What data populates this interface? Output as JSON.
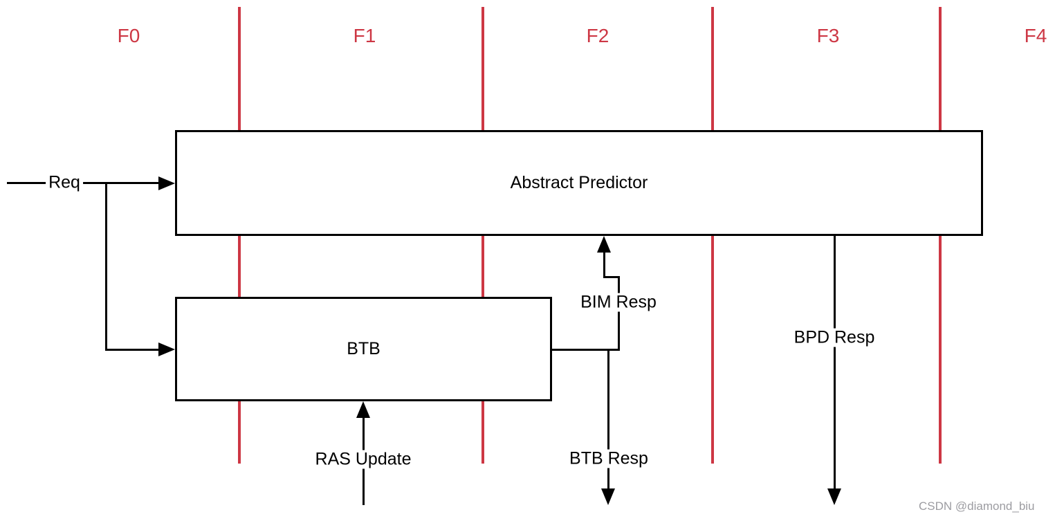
{
  "diagram": {
    "type": "pipeline-stage-diagram",
    "stages": [
      {
        "label": "F0"
      },
      {
        "label": "F1"
      },
      {
        "label": "F2"
      },
      {
        "label": "F3"
      },
      {
        "label": "F4"
      }
    ],
    "boxes": {
      "predictor": {
        "label": "Abstract Predictor"
      },
      "btb": {
        "label": "BTB"
      }
    },
    "edges": {
      "req": {
        "label": "Req"
      },
      "bim_resp": {
        "label": "BIM Resp"
      },
      "btb_resp": {
        "label": "BTB Resp"
      },
      "bpd_resp": {
        "label": "BPD Resp"
      },
      "ras_update": {
        "label": "RAS Update"
      }
    },
    "colors": {
      "stage_line": "#cd3744",
      "flow_line": "#000000",
      "box_fill": "#ffffff",
      "watermark": "#9c9ca1"
    },
    "watermark": "CSDN @diamond_biu"
  }
}
